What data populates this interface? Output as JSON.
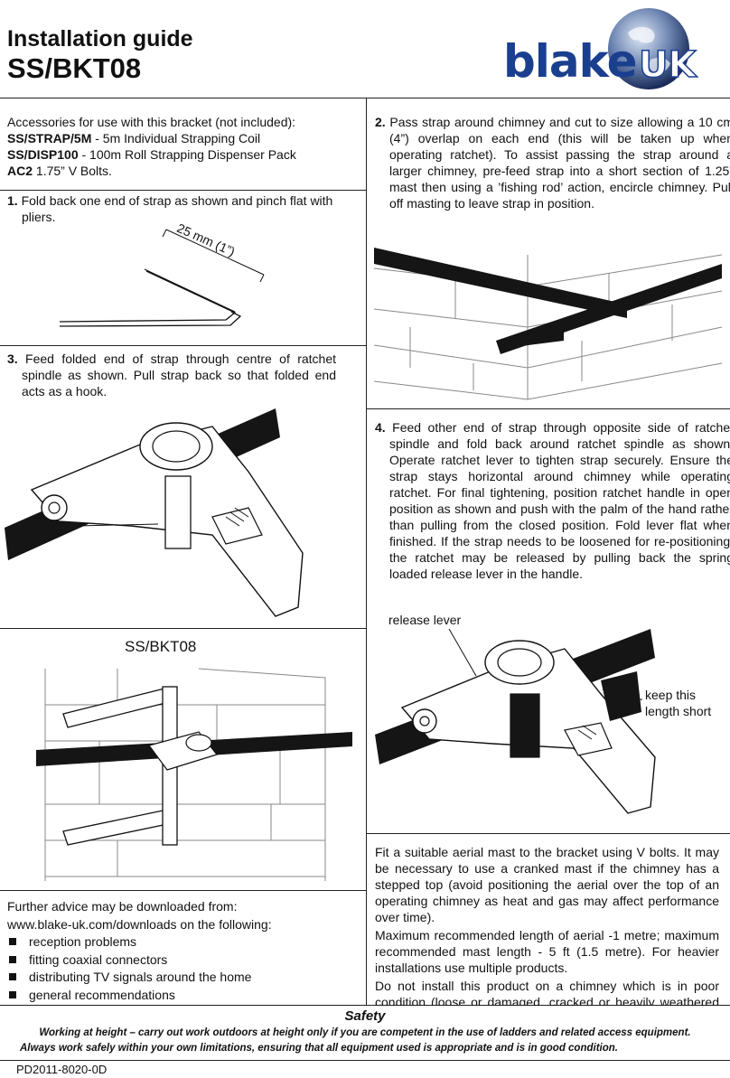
{
  "header": {
    "title_line1": "Installation guide",
    "title_line2": "SS/BKT08",
    "logo_text": "blake",
    "logo_uk": "UK"
  },
  "accessories": {
    "intro": "Accessories for use with this bracket (not included):",
    "items": [
      {
        "code": "SS/STRAP/5M",
        "desc": " - 5m Individual Strapping Coil"
      },
      {
        "code": "SS/DISP100",
        "desc": " - 100m Roll Strapping Dispenser Pack"
      },
      {
        "code": "AC2",
        "desc": " 1.75” V Bolts."
      }
    ]
  },
  "step1": {
    "num": "1.",
    "text": " Fold back one end of strap as shown and pinch flat with pliers.",
    "dimension": "25 mm (1”)"
  },
  "step2": {
    "num": "2.",
    "text": " Pass strap around chimney and cut to size allowing a 10 cm (4”) overlap on each end (this will be taken up when operating ratchet). To assist passing the strap around a larger chimney, pre-feed strap into a short section of 1.25” mast then using a ’fishing rod’ action, encircle chimney. Pull off masting to leave strap in position."
  },
  "step3": {
    "num": "3.",
    "text": " Feed folded end of strap through centre of ratchet spindle as shown. Pull strap back so that folded end acts as a hook."
  },
  "step4": {
    "num": "4.",
    "text": " Feed other end of strap through opposite side of ratchet spindle and fold back around ratchet spindle as shown. Operate ratchet lever to tighten strap securely. Ensure the strap stays horizontal around chimney while operating ratchet. For final tightening, position ratchet handle in open position as shown and push with the palm of the hand rather than pulling from the closed position. Fold lever flat when finished. If the strap needs to be loosened for re-positioning, the ratchet may be released by pulling back the spring loaded release lever in the handle.",
    "label_release": "release lever",
    "label_keep1": "keep this",
    "label_keep2": "length short"
  },
  "bracket_label": "SS/BKT08",
  "fit_text": {
    "p1": "Fit a suitable aerial mast to the bracket using V bolts. It may be necessary to use a cranked mast if the chimney has a stepped top (avoid positioning the aerial over the top of an operating chimney as heat and gas may affect performance over time).",
    "p2": "Maximum recommended length of aerial -1 metre; maximum recommended mast length - 5 ft (1.5 metre). For heavier installations use multiple products.",
    "p3": "Do not install this product on a chimney which is in poor condition (loose or damaged, cracked or heavily weathered bricks). For stability do not use the top three courses of chimney brickwork."
  },
  "advice": {
    "line1": "Further advice may be downloaded from:",
    "line2": "www.blake-uk.com/downloads on the following:",
    "items": [
      "reception problems",
      "fitting coaxial connectors",
      "distributing TV signals around the home",
      "general recommendations"
    ]
  },
  "safety": {
    "title": "Safety",
    "line1": "Working at height – carry out work outdoors at height only if you are competent in the use of ladders and related access equipment.",
    "line2": "Always work safely within your own limitations, ensuring that all equipment used is appropriate and is in good condition."
  },
  "footer_code": "PD2011-8020-0D",
  "colors": {
    "text": "#111111",
    "strap": "#151515",
    "logo_blue": "#1b3f8f",
    "safety_bg": "#e6e6e6"
  }
}
